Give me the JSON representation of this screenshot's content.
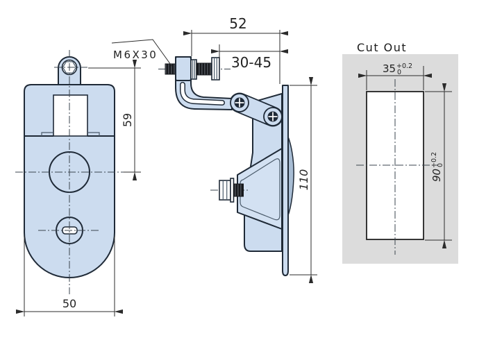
{
  "drawing": {
    "labels": {
      "thread_spec": "M6X30",
      "cutout_title": "Cut Out"
    },
    "dimensions": {
      "front_width": "50",
      "hole_to_button_center": "59",
      "side_overall": "52",
      "grip_range": "30-45",
      "side_height": "110",
      "cutout_width": {
        "value": "35",
        "tol_plus": "+0.2",
        "tol_minus": "0"
      },
      "cutout_height": {
        "value": "90",
        "tol_plus": "+0.2",
        "tol_minus": "0"
      }
    },
    "colors": {
      "part_fill": "#ccdcef",
      "part_fill_light": "#d3e1f2",
      "cam_fill": "#a8bdd4",
      "outline": "#1f2a37",
      "dim_color": "#2b2b2b",
      "panel_gray": "#dcdcdc",
      "bolt_black": "#16181c",
      "background": "#ffffff"
    }
  }
}
